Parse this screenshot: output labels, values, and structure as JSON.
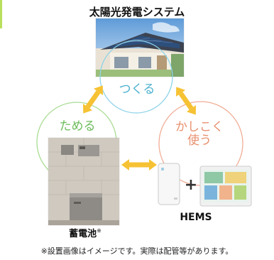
{
  "header": {
    "title": "太陽光発電システム"
  },
  "bubbles": {
    "generate": "つくる",
    "store": "ためる",
    "use_line1": "かしこく",
    "use_line2": "使う"
  },
  "captions": {
    "battery": "蓄電池",
    "battery_mark": "※",
    "hems": "HEMS",
    "plus": "+"
  },
  "footnote": "※設置画像はイメージです。実際は配管等があります。",
  "colors": {
    "accent_bar": "#b9e05c",
    "generate_circle": "#8ed3e8",
    "store_circle": "#a9dc94",
    "use_circle": "#f1ad96",
    "arrow": "#f6c234"
  },
  "icons": {
    "arrows": "bidirectional-arrow-icon"
  }
}
